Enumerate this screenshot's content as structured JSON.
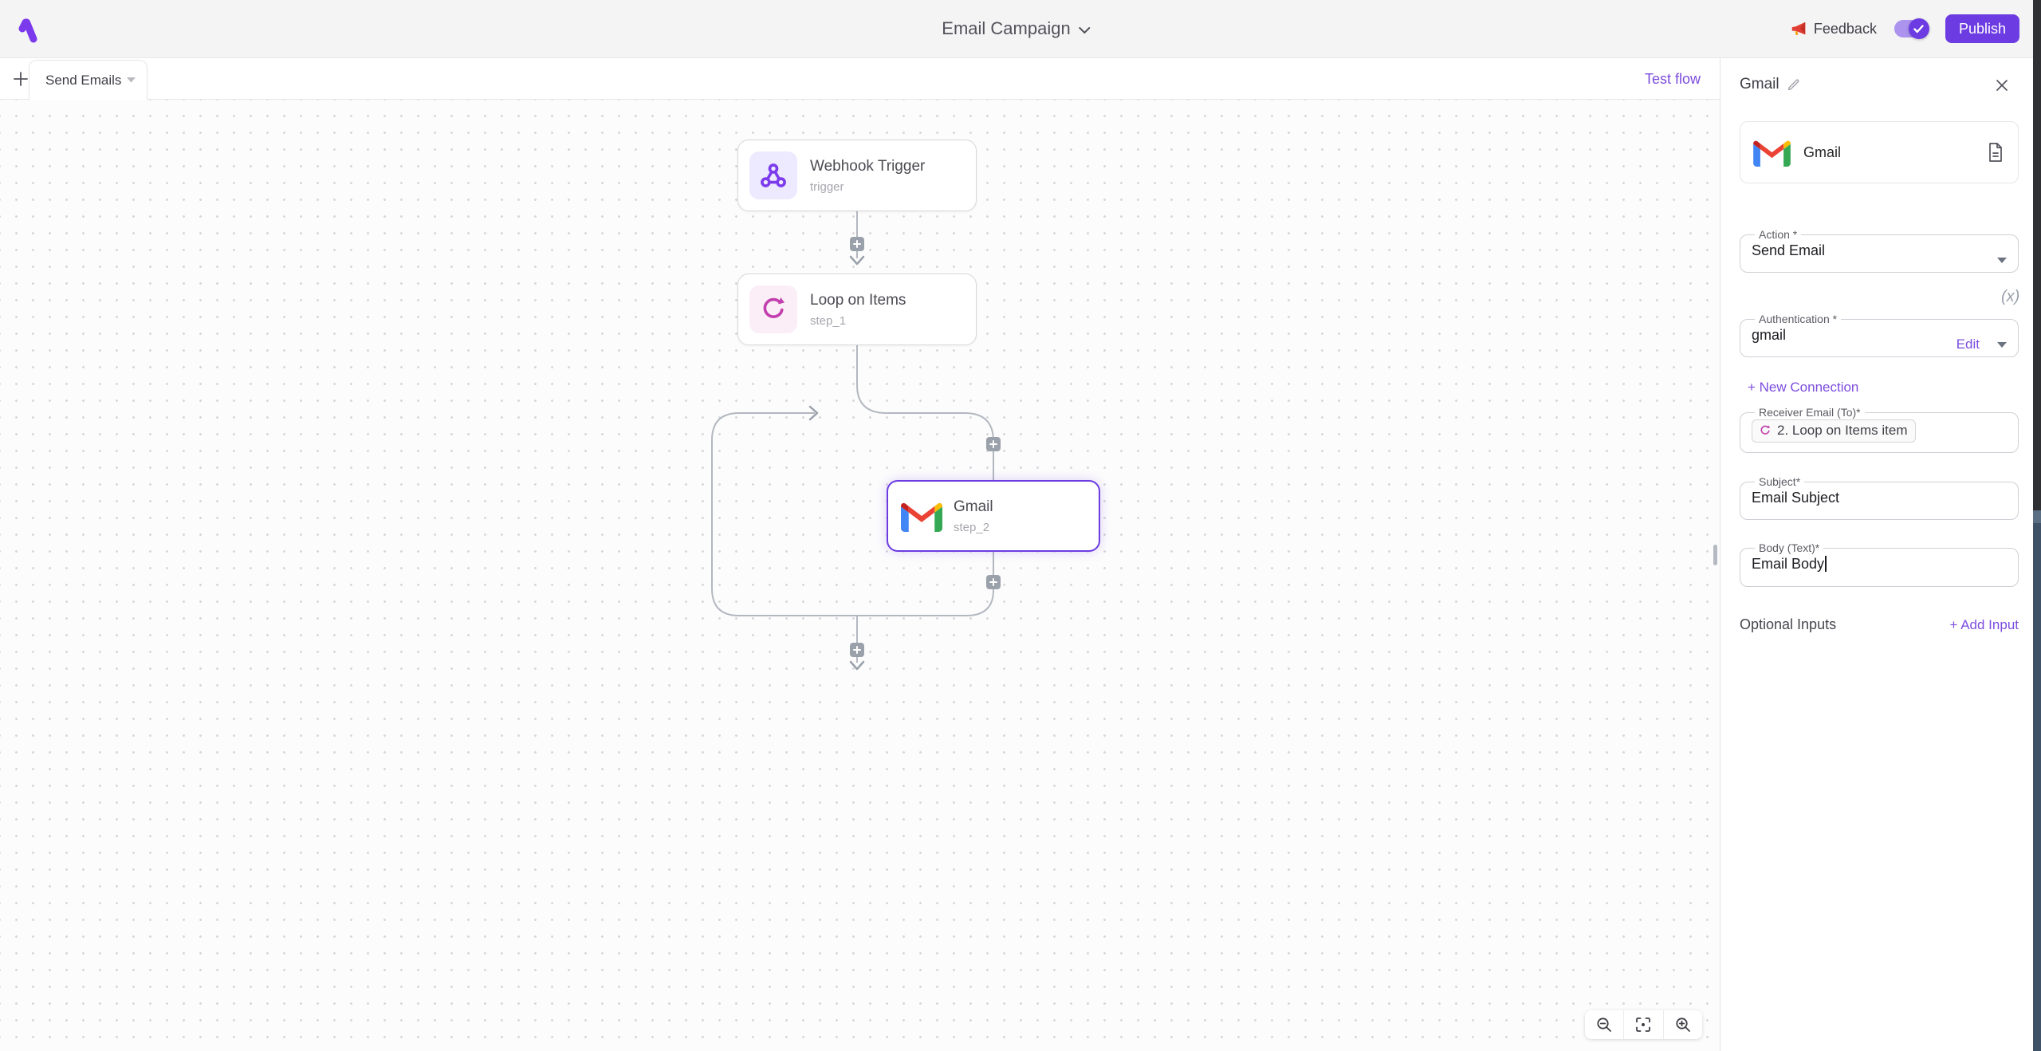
{
  "colors": {
    "accent": "#7c4dde",
    "accent_strong": "#6d3be2",
    "connector": "#b3b8c0",
    "connector_dark": "#9aa1ab",
    "webhook_purple": "#7c3aed",
    "loop_pink": "#c13fae",
    "gmail_red": "#EA4335",
    "gmail_blue": "#4285F4",
    "gmail_green": "#34A853",
    "gmail_yellow": "#FBBC04",
    "gmail_darkred": "#C5221F"
  },
  "header": {
    "title": "Email Campaign",
    "feedback_label": "Feedback",
    "publish_label": "Publish"
  },
  "canvas": {
    "tab_label": "Send Emails",
    "test_flow_label": "Test flow",
    "nodes": [
      {
        "title": "Webhook Trigger",
        "subtitle": "trigger"
      },
      {
        "title": "Loop on Items",
        "subtitle": "step_1"
      },
      {
        "title": "Gmail",
        "subtitle": "step_2"
      }
    ]
  },
  "panel": {
    "title": "Gmail",
    "piece_name": "Gmail",
    "insert_variable_label": "(x)",
    "fields": {
      "action": {
        "label": "Action *",
        "value": "Send Email"
      },
      "authentication": {
        "label": "Authentication *",
        "value": "gmail",
        "edit_label": "Edit"
      },
      "new_connection_label": "+ New Connection",
      "receiver": {
        "label": "Receiver Email (To)*",
        "token": "2. Loop on Items item"
      },
      "subject": {
        "label": "Subject*",
        "value": "Email Subject"
      },
      "body": {
        "label": "Body (Text)*",
        "value": "Email Body"
      }
    },
    "optional_inputs_label": "Optional Inputs",
    "add_input_label": "+ Add Input"
  }
}
